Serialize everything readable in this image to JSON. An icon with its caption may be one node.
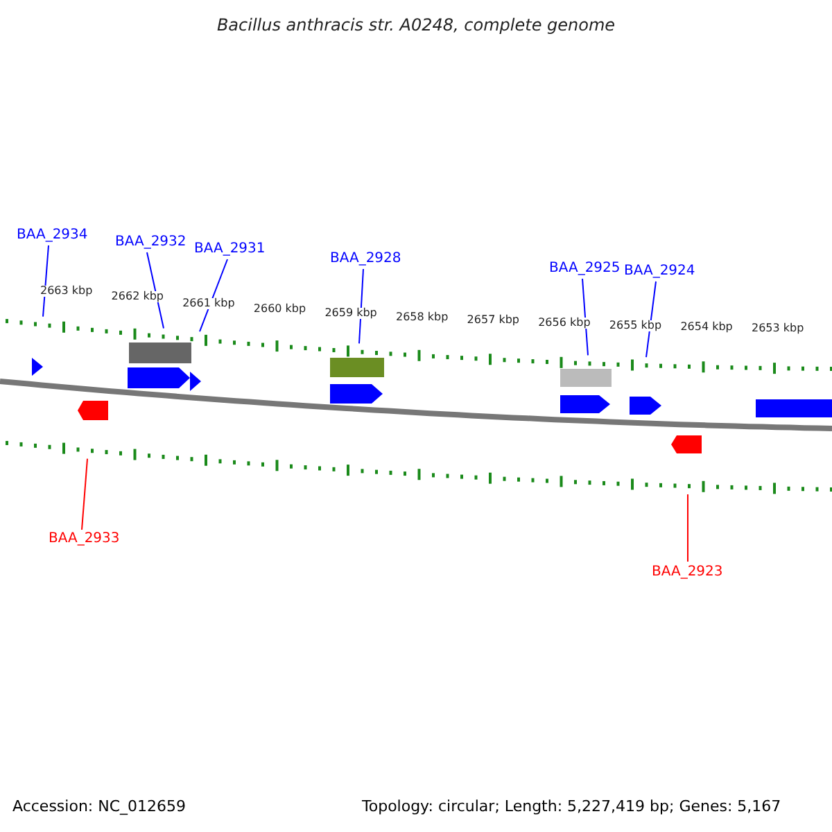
{
  "diagram": {
    "title": "Bacillus anthracis str. A0248, complete genome",
    "nodes": [
      {
        "text": [
          "BAA_2934"
        ]
      },
      {
        "text": [
          "BAA_2932"
        ]
      },
      {
        "text": [
          "BAA_2931"
        ]
      },
      {
        "text": [
          "BAA_2928"
        ]
      },
      {
        "text": [
          "BAA_2925"
        ]
      },
      {
        "text": [
          "BAA_2924"
        ]
      },
      {
        "text": [
          "BAA_2933"
        ]
      },
      {
        "text": [
          "BAA_2923"
        ]
      }
    ],
    "edges": [
      {
        "from": 0,
        "to": null,
        "arrow": "none"
      },
      {
        "from": 1,
        "to": null,
        "arrow": "none"
      },
      {
        "from": 2,
        "to": null,
        "arrow": "none"
      },
      {
        "from": 3,
        "to": null,
        "arrow": "none"
      },
      {
        "from": 4,
        "to": null,
        "arrow": "none"
      },
      {
        "from": 5,
        "to": null,
        "arrow": "none"
      },
      {
        "from": 6,
        "to": null,
        "arrow": "none",
        "color": "#ff0000"
      },
      {
        "from": 7,
        "to": null,
        "arrow": "none",
        "color": "#ff0000"
      }
    ],
    "labels": [
      "2663 kbp",
      "2662 kbp",
      "2661 kbp",
      "2660 kbp",
      "2659 kbp",
      "2658 kbp",
      "2657 kbp",
      "2656 kbp",
      "2655 kbp",
      "2654 kbp",
      "2653 kbp",
      "Accession: NC_012659",
      "Topology: circular; Length: 5,227,419 bp; Genes: 5,167"
    ]
  }
}
